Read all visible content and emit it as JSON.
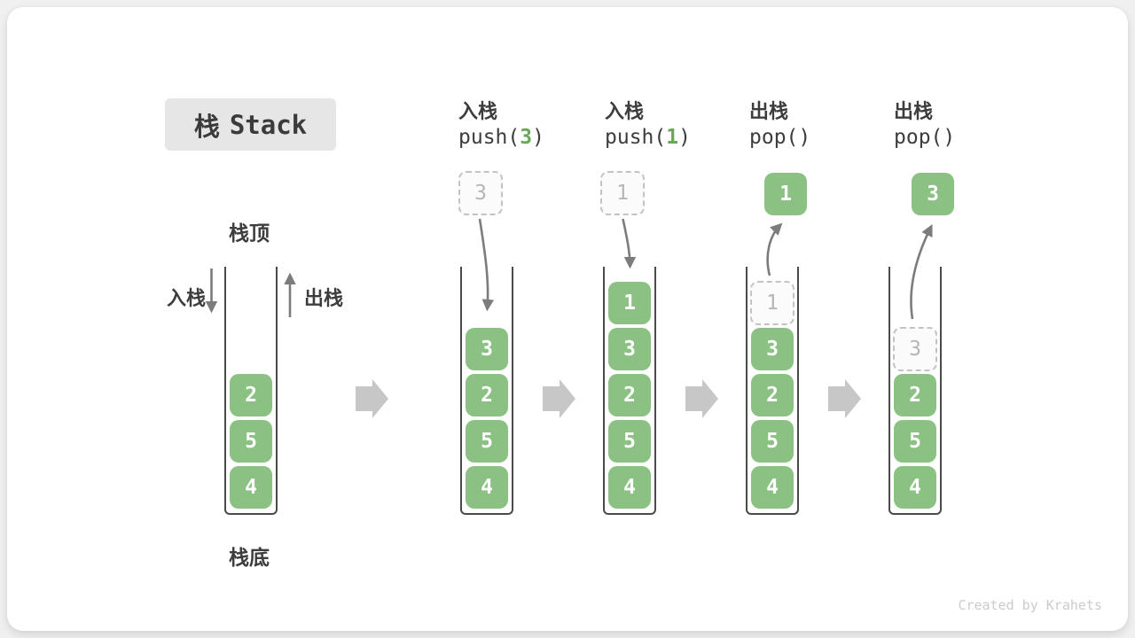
{
  "title": {
    "zh": "栈",
    "en": "Stack"
  },
  "labels": {
    "stack_top": "栈顶",
    "stack_bottom": "栈底",
    "push_side": "入栈",
    "pop_side": "出栈"
  },
  "footer": {
    "credit": "Created by Krahets"
  },
  "colors": {
    "cell_green": "#8bc283",
    "code_number_green": "#69a85a",
    "text_dark": "#3d3d3d",
    "container_wall": "#4a4a4a",
    "arrow_gray": "#7c7c7c",
    "block_arrow_gray": "#c7c7c7",
    "ghost_border": "#c3c3c3",
    "ghost_text": "#b6b6b6",
    "title_badge_bg": "#e6e6e6"
  },
  "columns": [
    {
      "name": "initial-state",
      "cells": [
        "2",
        "5",
        "4"
      ]
    },
    {
      "name": "push-3",
      "header": {
        "op": "入栈",
        "code_pre": "push(",
        "code_num": "3",
        "code_post": ")"
      },
      "incoming": "3",
      "cells": [
        "3",
        "2",
        "5",
        "4"
      ]
    },
    {
      "name": "push-1",
      "header": {
        "op": "入栈",
        "code_pre": "push(",
        "code_num": "1",
        "code_post": ")"
      },
      "incoming": "1",
      "cells": [
        "1",
        "3",
        "2",
        "5",
        "4"
      ]
    },
    {
      "name": "pop-1",
      "header": {
        "op": "出栈",
        "code_pre": "pop()",
        "code_num": "",
        "code_post": ""
      },
      "popped": "1",
      "ghost": "1",
      "cells": [
        "3",
        "2",
        "5",
        "4"
      ]
    },
    {
      "name": "pop-3",
      "header": {
        "op": "出栈",
        "code_pre": "pop()",
        "code_num": "",
        "code_post": ""
      },
      "popped": "3",
      "ghost": "3",
      "cells": [
        "2",
        "5",
        "4"
      ]
    }
  ]
}
